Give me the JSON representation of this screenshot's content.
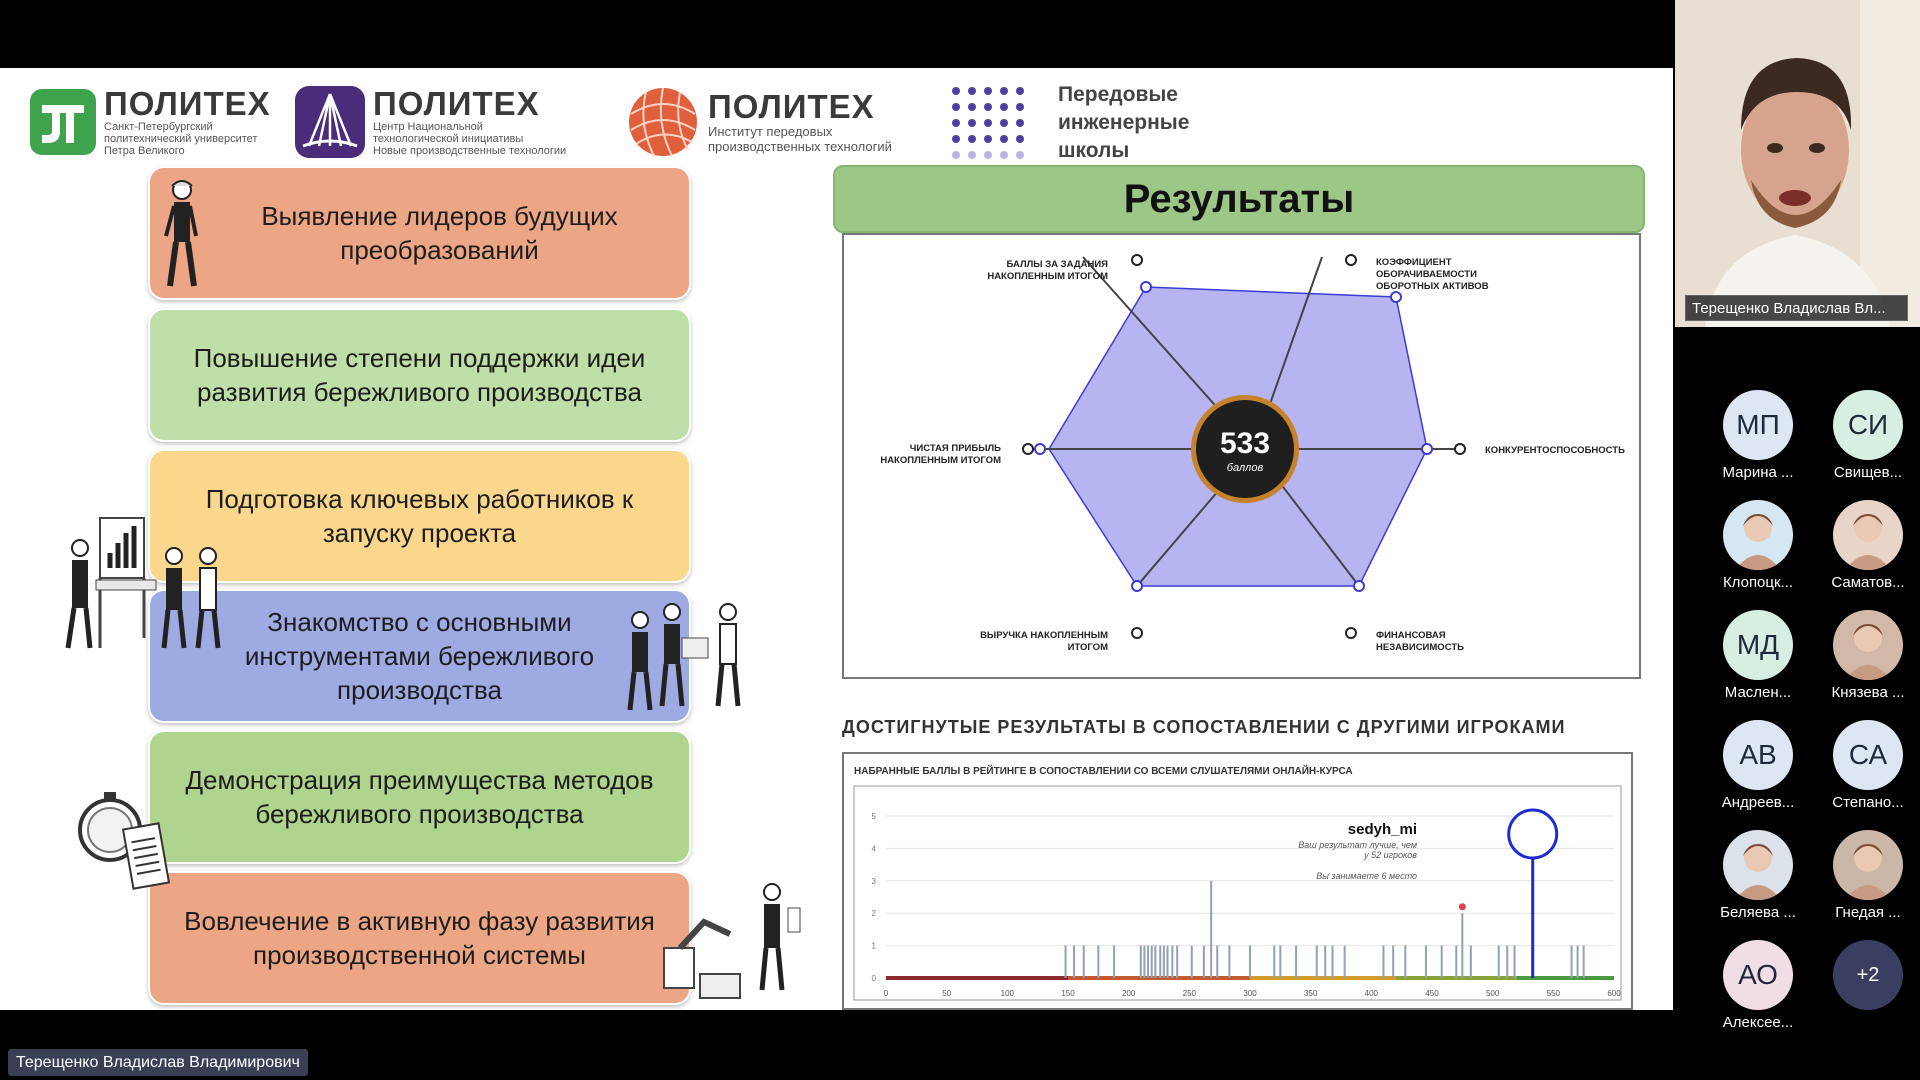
{
  "logos": [
    {
      "name": "ПОЛИТЕХ",
      "lines": [
        "Санкт-Петербургский",
        "политехнический университет",
        "Петра Великого"
      ]
    },
    {
      "name": "ПОЛИТЕХ",
      "lines": [
        "Центр Национальной",
        "технологической инициативы",
        "Новые производственные технологии"
      ]
    },
    {
      "name": "ПОЛИТЕХ",
      "lines": [
        "Институт передовых",
        "производственных технологий"
      ]
    },
    {
      "name": "",
      "lines": [
        "Передовые",
        "инженерные",
        "школы"
      ]
    }
  ],
  "cards": [
    {
      "text": "Выявление лидеров будущих преобразований",
      "color": "#eda685"
    },
    {
      "text": "Повышение степени поддержки идеи развития бережливого производства",
      "color": "#bfdfa9"
    },
    {
      "text": "Подготовка ключевых работников к запуску проекта",
      "color": "#fbd68d"
    },
    {
      "text": "Знакомство с основными инструментами бережливого производства",
      "color": "#9eaae2"
    },
    {
      "text": "Демонстрация преимущества методов бережливого производства",
      "color": "#aed48e"
    },
    {
      "text": "Вовлечение в активную фазу развития производственной системы",
      "color": "#eda685"
    }
  ],
  "results": {
    "title": "Результаты",
    "score": "533",
    "score_unit": "баллов",
    "axes": [
      {
        "label": [
          "БАЛЛЫ ЗА ЗАДАНИЯ",
          "НАКОПЛЕННЫМ ИТОГОМ"
        ]
      },
      {
        "label": [
          "КОЭФФИЦИЕНТ",
          "ОБОРАЧИВАЕМОСТИ",
          "ОБОРОТНЫХ АКТИВОВ"
        ]
      },
      {
        "label": [
          "КОНКУРЕНТОСПОСОБНОСТЬ"
        ]
      },
      {
        "label": [
          "ФИНАНСОВАЯ",
          "НЕЗАВИСИМОСТЬ"
        ]
      },
      {
        "label": [
          "ВЫРУЧКА НАКОПЛЕННЫМ",
          "ИТОГОМ"
        ]
      },
      {
        "label": [
          "ЧИСТАЯ ПРИБЫЛЬ",
          "НАКОПЛЕННЫМ ИТОГОМ"
        ]
      }
    ]
  },
  "comparison": {
    "heading": "ДОСТИГНУТЫЕ РЕЗУЛЬТАТЫ В СОПОСТАВЛЕНИИ С ДРУГИМИ ИГРОКАМИ",
    "chart_title": "НАБРАННЫЕ БАЛЛЫ В РЕЙТИНГЕ В СОПОСТАВЛЕНИИ СО ВСЕМИ СЛУШАТЕЛЯМИ ОНЛАЙН-КУРСА",
    "user": "sedyh_mi",
    "note_lines": [
      "Ваш результат лучше, чем",
      "у 52 игроков",
      "Вы занимаете 6 место"
    ],
    "user_score": 533
  },
  "chart_data": {
    "type": "bar",
    "title": "НАБРАННЫЕ БАЛЛЫ В РЕЙТИНГЕ В СОПОСТАВЛЕНИИ СО ВСЕМИ СЛУШАТЕЛЯМИ ОНЛАЙН-КУРСА",
    "xlim": [
      0,
      600
    ],
    "ylim": [
      0,
      5
    ],
    "x_ticks": [
      0,
      50,
      100,
      150,
      200,
      250,
      300,
      350,
      400,
      450,
      500,
      550,
      600
    ],
    "y_ticks": [
      0,
      1,
      2,
      3,
      4,
      5
    ],
    "x": [
      148,
      155,
      163,
      175,
      188,
      210,
      213,
      216,
      219,
      222,
      226,
      229,
      232,
      236,
      240,
      252,
      262,
      268,
      273,
      283,
      300,
      320,
      325,
      338,
      355,
      362,
      368,
      378,
      410,
      418,
      428,
      445,
      458,
      470,
      475,
      482,
      505,
      512,
      518,
      565,
      570,
      575
    ],
    "values": [
      1,
      1,
      1,
      1,
      1,
      1,
      1,
      1,
      1,
      1,
      1,
      1,
      1,
      1,
      1,
      1,
      1,
      3,
      1,
      1,
      1,
      1,
      1,
      1,
      1,
      1,
      1,
      1,
      1,
      1,
      1,
      1,
      1,
      1,
      2,
      1,
      1,
      1,
      1,
      1,
      1,
      1
    ]
  },
  "panel": {
    "speaker_name": "Терещенко Владислав Вл...",
    "participants": [
      {
        "initials": "МП",
        "name": "Марина ...",
        "color": "#dfe6f3"
      },
      {
        "initials": "СИ",
        "name": "Свищев...",
        "color": "#d7efe3"
      },
      {
        "initials": "",
        "name": "Клопоцк...",
        "color": "#d6e7f4"
      },
      {
        "initials": "",
        "name": "Саматов...",
        "color": "#e8d5c8"
      },
      {
        "initials": "МД",
        "name": "Маслен...",
        "color": "#d7efe3"
      },
      {
        "initials": "",
        "name": "Князева ...",
        "color": "#d2b8a6"
      },
      {
        "initials": "АВ",
        "name": "Андреев...",
        "color": "#dfe6f3"
      },
      {
        "initials": "СА",
        "name": "Степано...",
        "color": "#dfe6f3"
      },
      {
        "initials": "",
        "name": "Беляева ...",
        "color": "#dbe2ea"
      },
      {
        "initials": "",
        "name": "Гнедая ...",
        "color": "#cbb7a7"
      },
      {
        "initials": "АО",
        "name": "Алексее...",
        "color": "#f1dde6"
      },
      {
        "initials": "+2",
        "name": "",
        "color": "#3a3f62"
      }
    ]
  },
  "speaker_tag": "Терещенко Владислав Владимирович"
}
